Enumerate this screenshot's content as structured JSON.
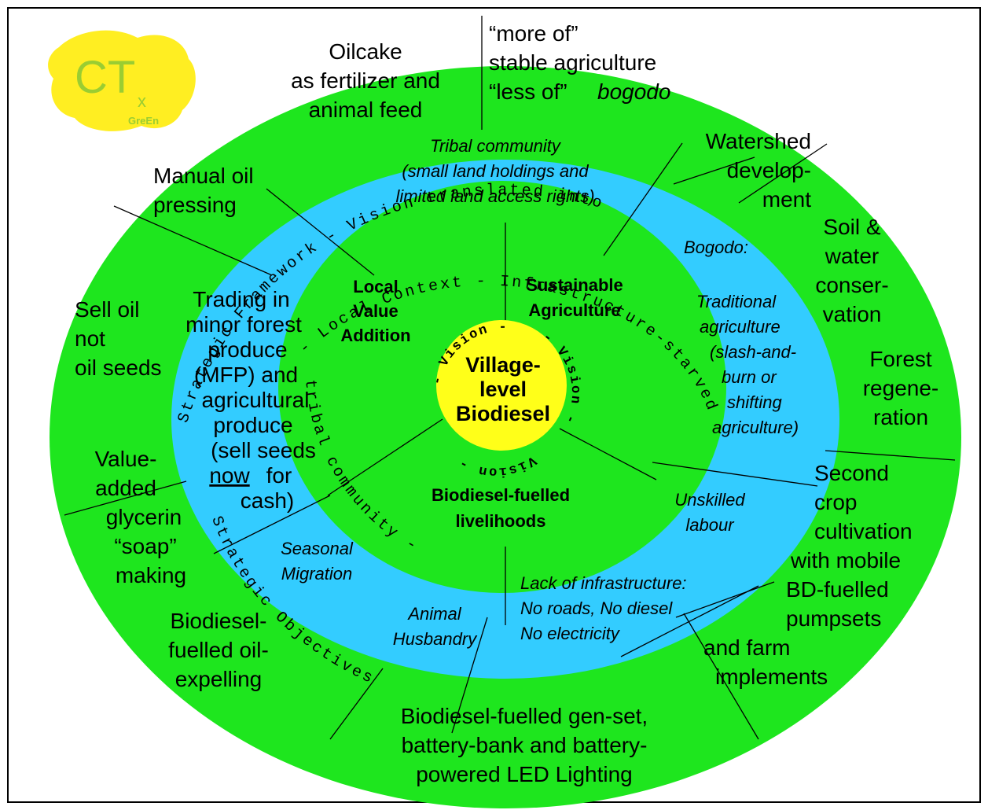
{
  "colors": {
    "outer_ring": "#1ee61e",
    "middle_ring": "#33ccff",
    "inner_ring": "#1ee61e",
    "center": "#ffff19",
    "logo_blob": "#ffee22",
    "logo_text": "#9acd32"
  },
  "logo": {
    "letters": "CT",
    "subscript": "x",
    "caption": "GreEn"
  },
  "center_label": [
    "Village-",
    "level",
    "Biodiesel"
  ],
  "center_arcs": {
    "top": "- Vision -",
    "right": "- Vision -",
    "bottom": "Vision -"
  },
  "inner_sectors": {
    "local_value_addition": [
      "Local",
      "Value",
      "Addition"
    ],
    "sustainable_agriculture": [
      "Sustainable",
      "Agriculture"
    ],
    "biodiesel_livelihoods": [
      "Biodiesel-fuelled",
      "livelihoods"
    ]
  },
  "middle_arc_text": {
    "upper": "- Local Context - Infrastructure-starved",
    "lower": "tribal community -"
  },
  "outer_arc_text": {
    "upper": "Strategic Framework - Vision translated into",
    "lower": "Strategic Objectives"
  },
  "middle_ring": {
    "tribal": [
      "Tribal community",
      "(small land holdings and",
      "limited land access rights)"
    ],
    "bogodo": [
      "Bogodo:",
      "Traditional",
      "agriculture",
      "(slash-and-",
      "burn or",
      "shifting",
      "agriculture)"
    ],
    "trading": [
      "Trading in",
      "minor forest",
      "produce",
      "(MFP) and",
      "agricultural",
      "produce",
      "(sell seeds",
      "now",
      "for",
      "cash)"
    ],
    "unskilled": [
      "Unskilled",
      "labour"
    ],
    "infrastructure": [
      "Lack of infrastructure:",
      "No roads, No diesel",
      "No electricity"
    ],
    "animal": [
      "Animal",
      "Husbandry"
    ],
    "seasonal": [
      "Seasonal",
      "Migration"
    ]
  },
  "outer_ring": {
    "oilcake": [
      "Oilcake",
      "as fertilizer and",
      "animal feed"
    ],
    "more_of": [
      "“more of”",
      "stable agriculture",
      "“less of”",
      "bogodo"
    ],
    "watershed": [
      "Watershed",
      "develop-",
      "ment"
    ],
    "soil": [
      "Soil &",
      "water",
      "conser-",
      "vation"
    ],
    "forest": [
      "Forest",
      "regene-",
      "ration"
    ],
    "second_crop": [
      "Second",
      "crop",
      "cultivation",
      "with mobile",
      "BD-fuelled",
      "pumpsets",
      "and farm",
      "implements"
    ],
    "genset": [
      "Biodiesel-fuelled gen-set,",
      "battery-bank and battery-",
      "powered LED Lighting"
    ],
    "expelling": [
      "Biodiesel-",
      "fuelled oil-",
      "expelling"
    ],
    "glycerin": [
      "Value-",
      "added",
      "glycerin",
      "“soap”",
      "making"
    ],
    "sell_oil": [
      "Sell oil",
      "not",
      "oil seeds"
    ],
    "manual": [
      "Manual oil",
      "pressing"
    ]
  }
}
